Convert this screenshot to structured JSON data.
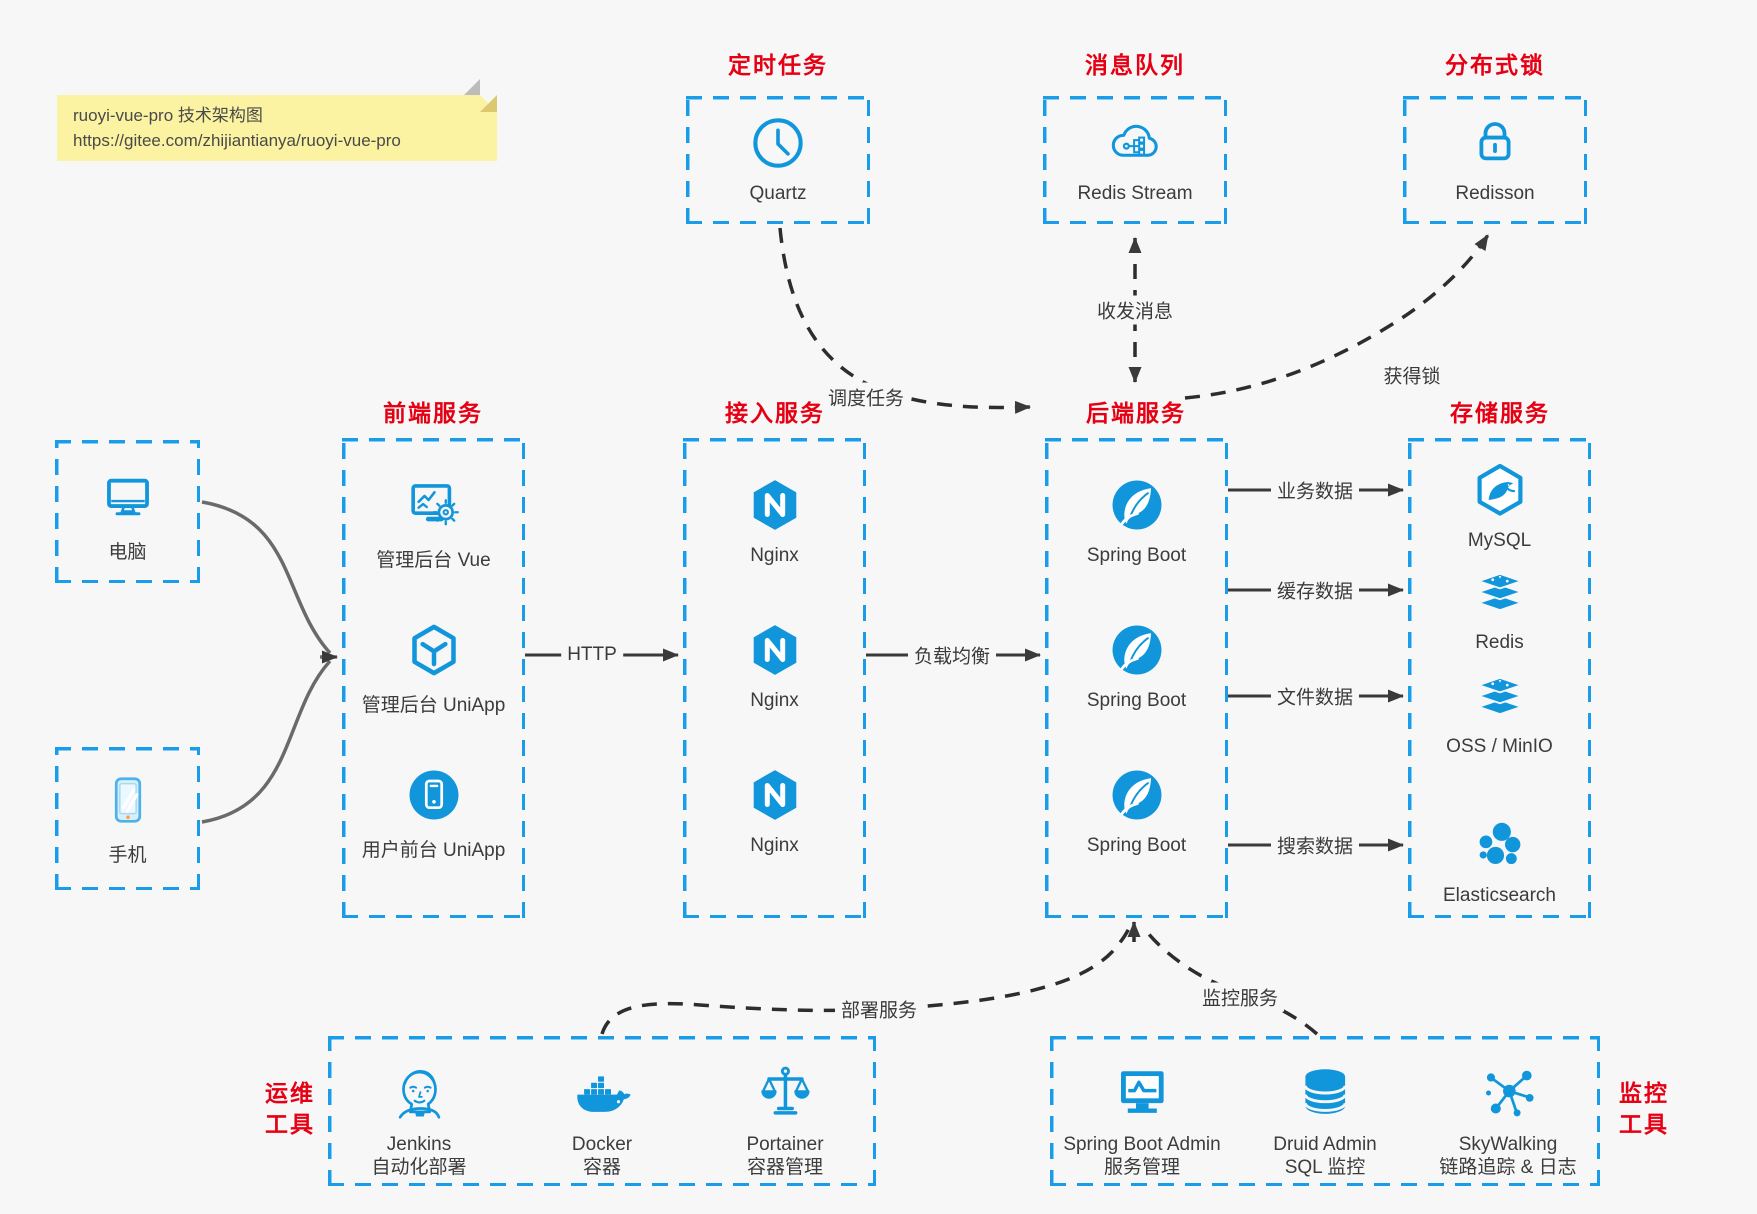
{
  "note": {
    "line1": "ruoyi-vue-pro 技术架构图",
    "line2": "https://gitee.com/zhijiantianya/ruoyi-vue-pro"
  },
  "colors": {
    "icon_blue": "#1296db",
    "box_border_blue": "#1b9ce8",
    "title_red": "#e60013",
    "arrow_dark": "#3a3a3a",
    "note_bg": "#fbf3a1",
    "page_bg": "#f7f7f8"
  },
  "sections": {
    "scheduled_task": {
      "title": "定时任务",
      "node": {
        "icon": "clock-icon",
        "label": "Quartz"
      }
    },
    "message_queue": {
      "title": "消息队列",
      "node": {
        "icon": "cloud-stream-icon",
        "label": "Redis Stream"
      }
    },
    "distributed_lock": {
      "title": "分布式锁",
      "node": {
        "icon": "lock-icon",
        "label": "Redisson"
      }
    },
    "clients": {
      "computer": {
        "icon": "computer-icon",
        "label": "电脑"
      },
      "phone": {
        "icon": "phone-icon",
        "label": "手机"
      }
    },
    "frontend": {
      "title": "前端服务",
      "nodes": [
        {
          "icon": "admin-vue-icon",
          "label": "管理后台 Vue"
        },
        {
          "icon": "uniapp-cube-icon",
          "label": "管理后台 UniApp"
        },
        {
          "icon": "user-app-icon",
          "label": "用户前台 UniApp"
        }
      ]
    },
    "gateway": {
      "title": "接入服务",
      "nodes": [
        {
          "icon": "nginx-icon",
          "label": "Nginx"
        },
        {
          "icon": "nginx-icon",
          "label": "Nginx"
        },
        {
          "icon": "nginx-icon",
          "label": "Nginx"
        }
      ]
    },
    "backend": {
      "title": "后端服务",
      "nodes": [
        {
          "icon": "spring-boot-icon",
          "label": "Spring Boot"
        },
        {
          "icon": "spring-boot-icon",
          "label": "Spring Boot"
        },
        {
          "icon": "spring-boot-icon",
          "label": "Spring Boot"
        }
      ]
    },
    "storage": {
      "title": "存储服务",
      "nodes": [
        {
          "icon": "mysql-icon",
          "label": "MySQL"
        },
        {
          "icon": "redis-icon",
          "label": "Redis"
        },
        {
          "icon": "oss-minio-icon",
          "label": "OSS / MinIO"
        },
        {
          "icon": "elasticsearch-icon",
          "label": "Elasticsearch"
        }
      ]
    },
    "ops_tools": {
      "title_line1": "运维",
      "title_line2": "工具",
      "nodes": [
        {
          "icon": "jenkins-icon",
          "name": "Jenkins",
          "desc": "自动化部署"
        },
        {
          "icon": "docker-icon",
          "name": "Docker",
          "desc": "容器"
        },
        {
          "icon": "portainer-icon",
          "name": "Portainer",
          "desc": "容器管理"
        }
      ]
    },
    "monitor_tools": {
      "title_line1": "监控",
      "title_line2": "工具",
      "nodes": [
        {
          "icon": "spring-boot-admin-icon",
          "name": "Spring Boot Admin",
          "desc": "服务管理"
        },
        {
          "icon": "druid-icon",
          "name": "Druid Admin",
          "desc": "SQL 监控"
        },
        {
          "icon": "skywalking-icon",
          "name": "SkyWalking",
          "desc": "链路追踪 & 日志"
        }
      ]
    }
  },
  "edges": {
    "http": "HTTP",
    "load_balance": "负载均衡",
    "business_data": "业务数据",
    "cache_data": "缓存数据",
    "file_data": "文件数据",
    "search_data": "搜索数据",
    "schedule_task": "调度任务",
    "send_receive_message": "收发消息",
    "acquire_lock": "获得锁",
    "deploy_service": "部署服务",
    "monitor_service": "监控服务"
  }
}
